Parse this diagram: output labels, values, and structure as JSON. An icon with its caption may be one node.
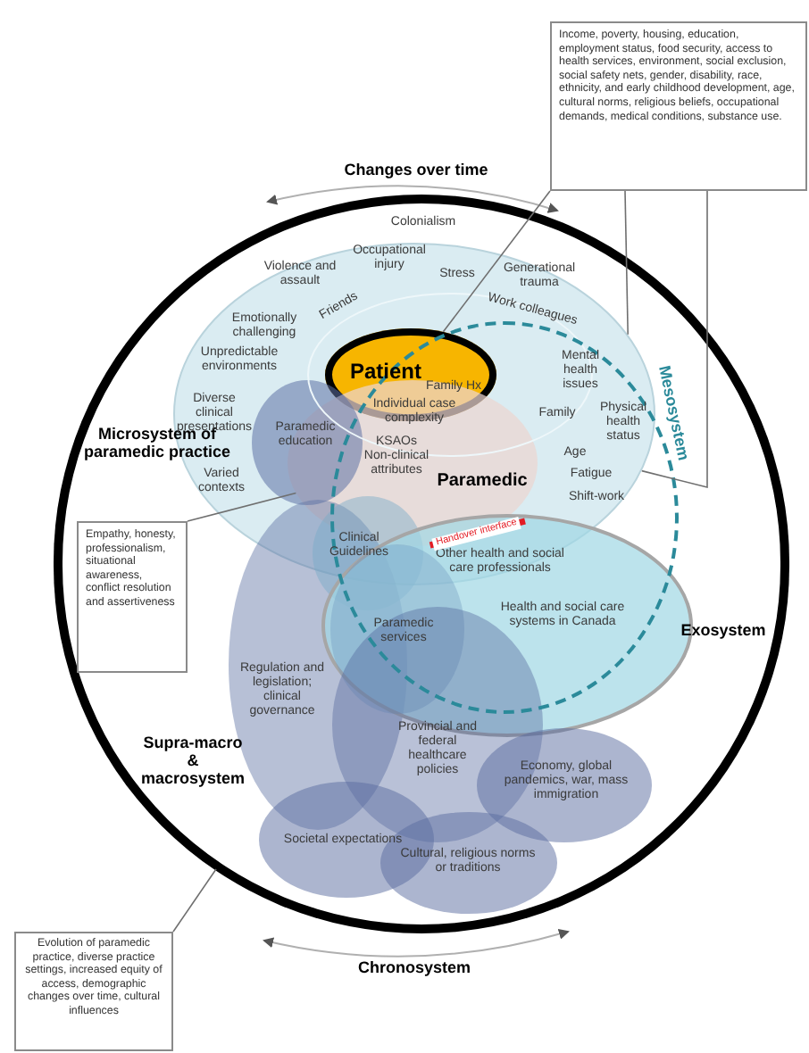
{
  "diagram": {
    "nodes": [
      {
        "text": [
          "Microsystem of paramedic practice",
          "Violence and assault",
          "Occupational injury",
          "Stress",
          "Generational trauma",
          "Friends",
          "Work colleagues",
          "Emotionally challenging",
          "Mental health issues",
          "Unpredictable environments",
          "Family",
          "Diverse clinical presentations",
          "Physical health status",
          "Age",
          "Fatigue",
          "Varied contexts",
          "Shift-work"
        ]
      },
      {
        "text": [
          "Patient",
          "Family Hx",
          "Individual case complexity"
        ],
        "in": 0
      },
      {
        "text": [
          "Paramedic",
          "KSAOs Non-clinical attributes"
        ],
        "in": 0
      },
      {
        "text": [
          "Paramedic education"
        ],
        "in": 0
      },
      {
        "text": [
          "Regulation and legislation; clinical governance"
        ]
      },
      {
        "text": [
          "Clinical Guidelines"
        ]
      },
      {
        "text": [
          "Health and social care systems in Canada",
          "Exosystem"
        ]
      },
      {
        "text": [
          "Other health and social care professionals"
        ]
      },
      {
        "text": [
          "Paramedic services"
        ],
        "in": 6
      },
      {
        "text": [
          "Provincial and federal healthcare policies"
        ]
      },
      {
        "text": [
          "Economy, global pandemics, war, mass immigration"
        ]
      },
      {
        "text": [
          "Societal expectations"
        ]
      },
      {
        "text": [
          "Cultural, religious norms or traditions"
        ]
      },
      {
        "text": [
          "Income, poverty, housing, education, employment status, food security, access to health services, environment, social exclusion, social safety nets, gender, disability, race, ethnicity, and early childhood development, age, cultural norms, religious beliefs, occupational demands, medical conditions, substance use."
        ]
      },
      {
        "text": [
          "Empathy, honesty, professionalism, situational awareness, conflict resolution and assertiveness"
        ]
      },
      {
        "text": [
          "Evolution of paramedic practice, diverse practice settings, increased equity of access, demographic changes over time, cultural influences"
        ]
      }
    ],
    "edges": [
      {
        "from": 13,
        "to": 1,
        "arrow": "none"
      },
      {
        "from": 13,
        "to": 0,
        "arrow": "none"
      },
      {
        "from": 13,
        "to": 0,
        "arrow": "none"
      },
      {
        "from": 14,
        "to": 2,
        "arrow": "none"
      },
      {
        "from": 15,
        "to": null,
        "arrow": "none"
      },
      {
        "from": 2,
        "to": 7,
        "arrow": "none",
        "label": "Handover interface",
        "style": "thick",
        "color": "#e31b23"
      }
    ],
    "labels": [
      "Changes over time",
      "Colonialism",
      "Mesosystem",
      "Supra-macro & macrosystem",
      "Chronosystem"
    ]
  }
}
